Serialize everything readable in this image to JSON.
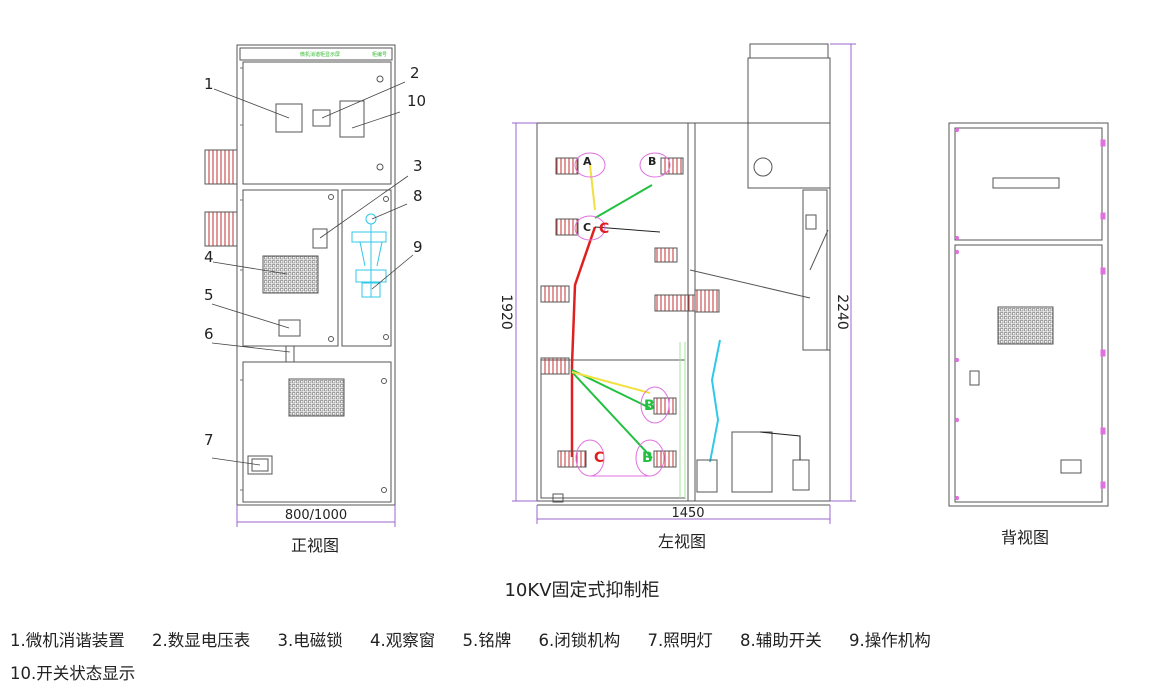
{
  "front_view": {
    "caption": "正视图",
    "width_label": "800/1000",
    "callouts": [
      "1",
      "2",
      "10",
      "3",
      "8",
      "4",
      "9",
      "5",
      "6",
      "7"
    ]
  },
  "left_view": {
    "caption": "左视图",
    "width_label": "1450",
    "height_inner_label": "1920",
    "height_total_label": "2240",
    "phase_labels": [
      "A",
      "B",
      "C",
      "C",
      "B",
      "C",
      "B"
    ]
  },
  "back_view": {
    "caption": "背视图"
  },
  "title": "10KV固定式抑制柜",
  "legend": {
    "row1": [
      "1.微机消谐装置",
      "2.数显电压表",
      "3.电磁锁",
      "4.观察窗",
      "5.铭牌",
      "6.闭锁机构",
      "7.照明灯",
      "8.辅助开关",
      "9.操作机构"
    ],
    "row2": [
      "10.开关状态显示"
    ]
  },
  "colors": {
    "line": "#555555",
    "red": "#e02020",
    "green": "#22c040",
    "yellow": "#f0e040",
    "cyan": "#30c8e8",
    "magenta": "#e070e0",
    "dim": "#9a66cc"
  }
}
